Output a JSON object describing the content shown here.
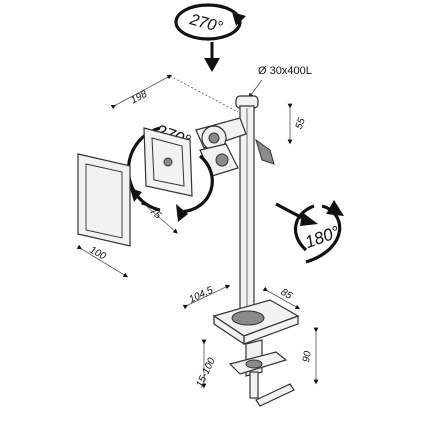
{
  "labels": {
    "top_rotation": "270°",
    "pole_diameter": "Ø 30x400L",
    "arm_length": "198",
    "tilt_rotation": "270°",
    "clamp_offset": "55",
    "vesa_small": "75",
    "vesa_large": "100",
    "swivel_rotation": "180°",
    "base_width": "104,5",
    "base_depth": "85",
    "clamp_range": "15-100",
    "clamp_height": "90"
  }
}
